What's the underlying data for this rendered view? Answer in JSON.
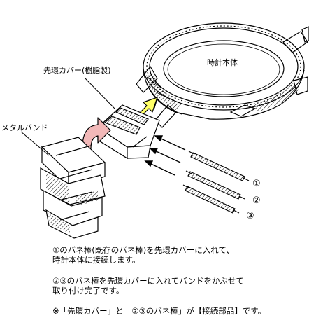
{
  "labels": {
    "watch_body": "時計本体",
    "end_cap": "先環カバー(樹脂製)",
    "metal_band": "メタルバンド",
    "pin_1": "①",
    "pin_2": "②",
    "pin_3": "③"
  },
  "instructions": {
    "step1_line1": "①のバネ棒(既存のバネ棒)を先環カバーに入れて、",
    "step1_line2": "時計本体に接続します。",
    "step2_line1": "②③のバネ棒を先環カバーに入れてバンドをかぶせて",
    "step2_line2": "取り付け完了です。",
    "note": "※「先環カバー」と「②③のバネ棒」が【接続部品】です。"
  },
  "colors": {
    "arrow_yellow": "#ffff66",
    "arrow_pink": "#f2b8b8",
    "line": "#000000"
  }
}
